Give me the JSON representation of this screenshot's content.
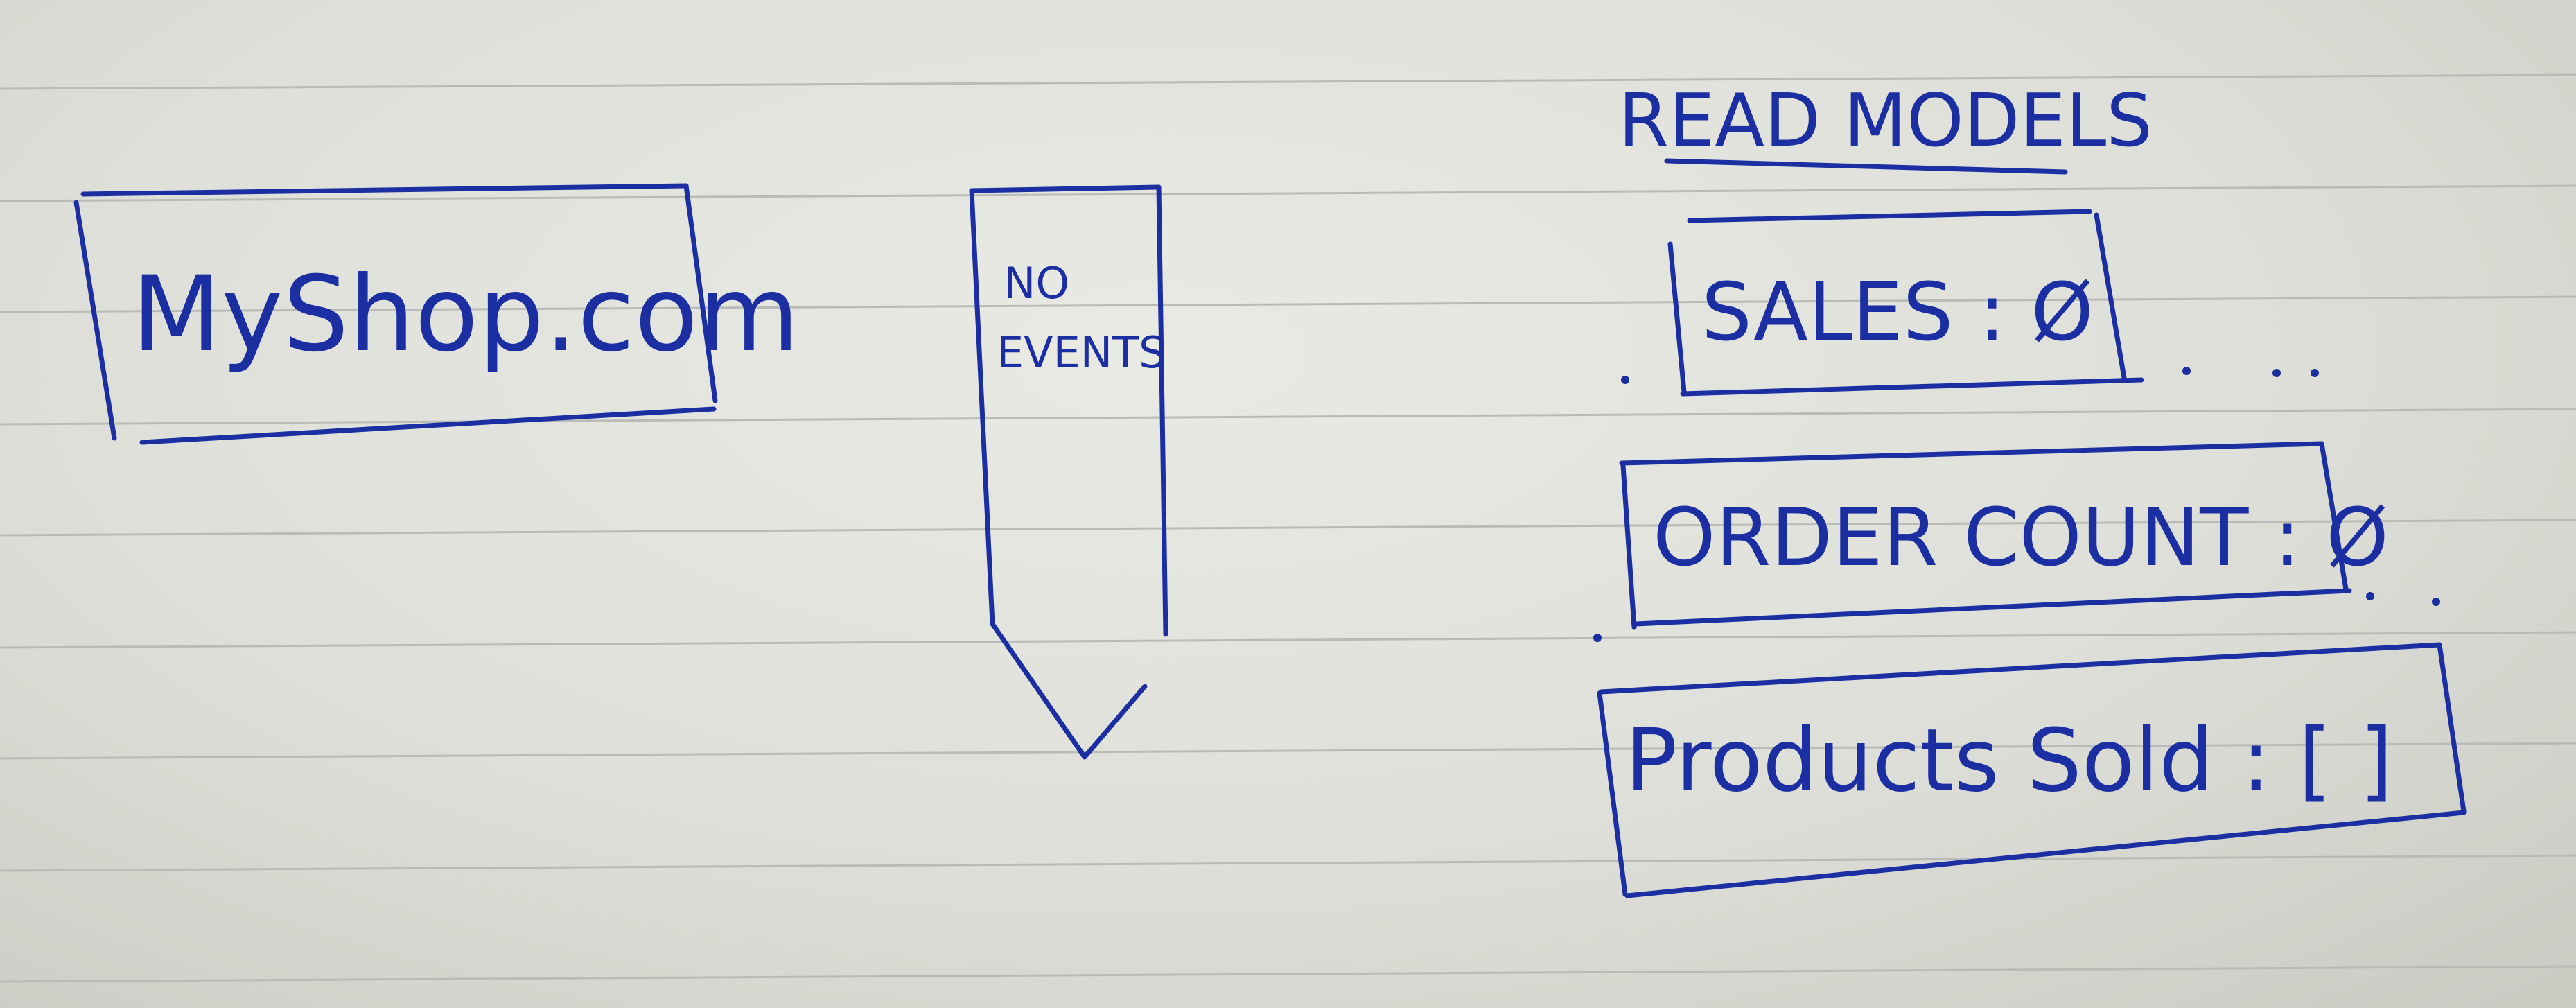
{
  "title": "READ MODELS",
  "website_box": {
    "label": "MyShop.com"
  },
  "event_stream": {
    "label_line1": "NO",
    "label_line2": "EVENTS"
  },
  "read_models": [
    {
      "label": "SALES :  Ø"
    },
    {
      "label": "ORDER COUNT : Ø"
    },
    {
      "label": "Products Sold : [     ]"
    }
  ],
  "colors": {
    "ink": "#1b2fa3",
    "paper": "#e4e5df",
    "rules": "#b9bcb6"
  }
}
